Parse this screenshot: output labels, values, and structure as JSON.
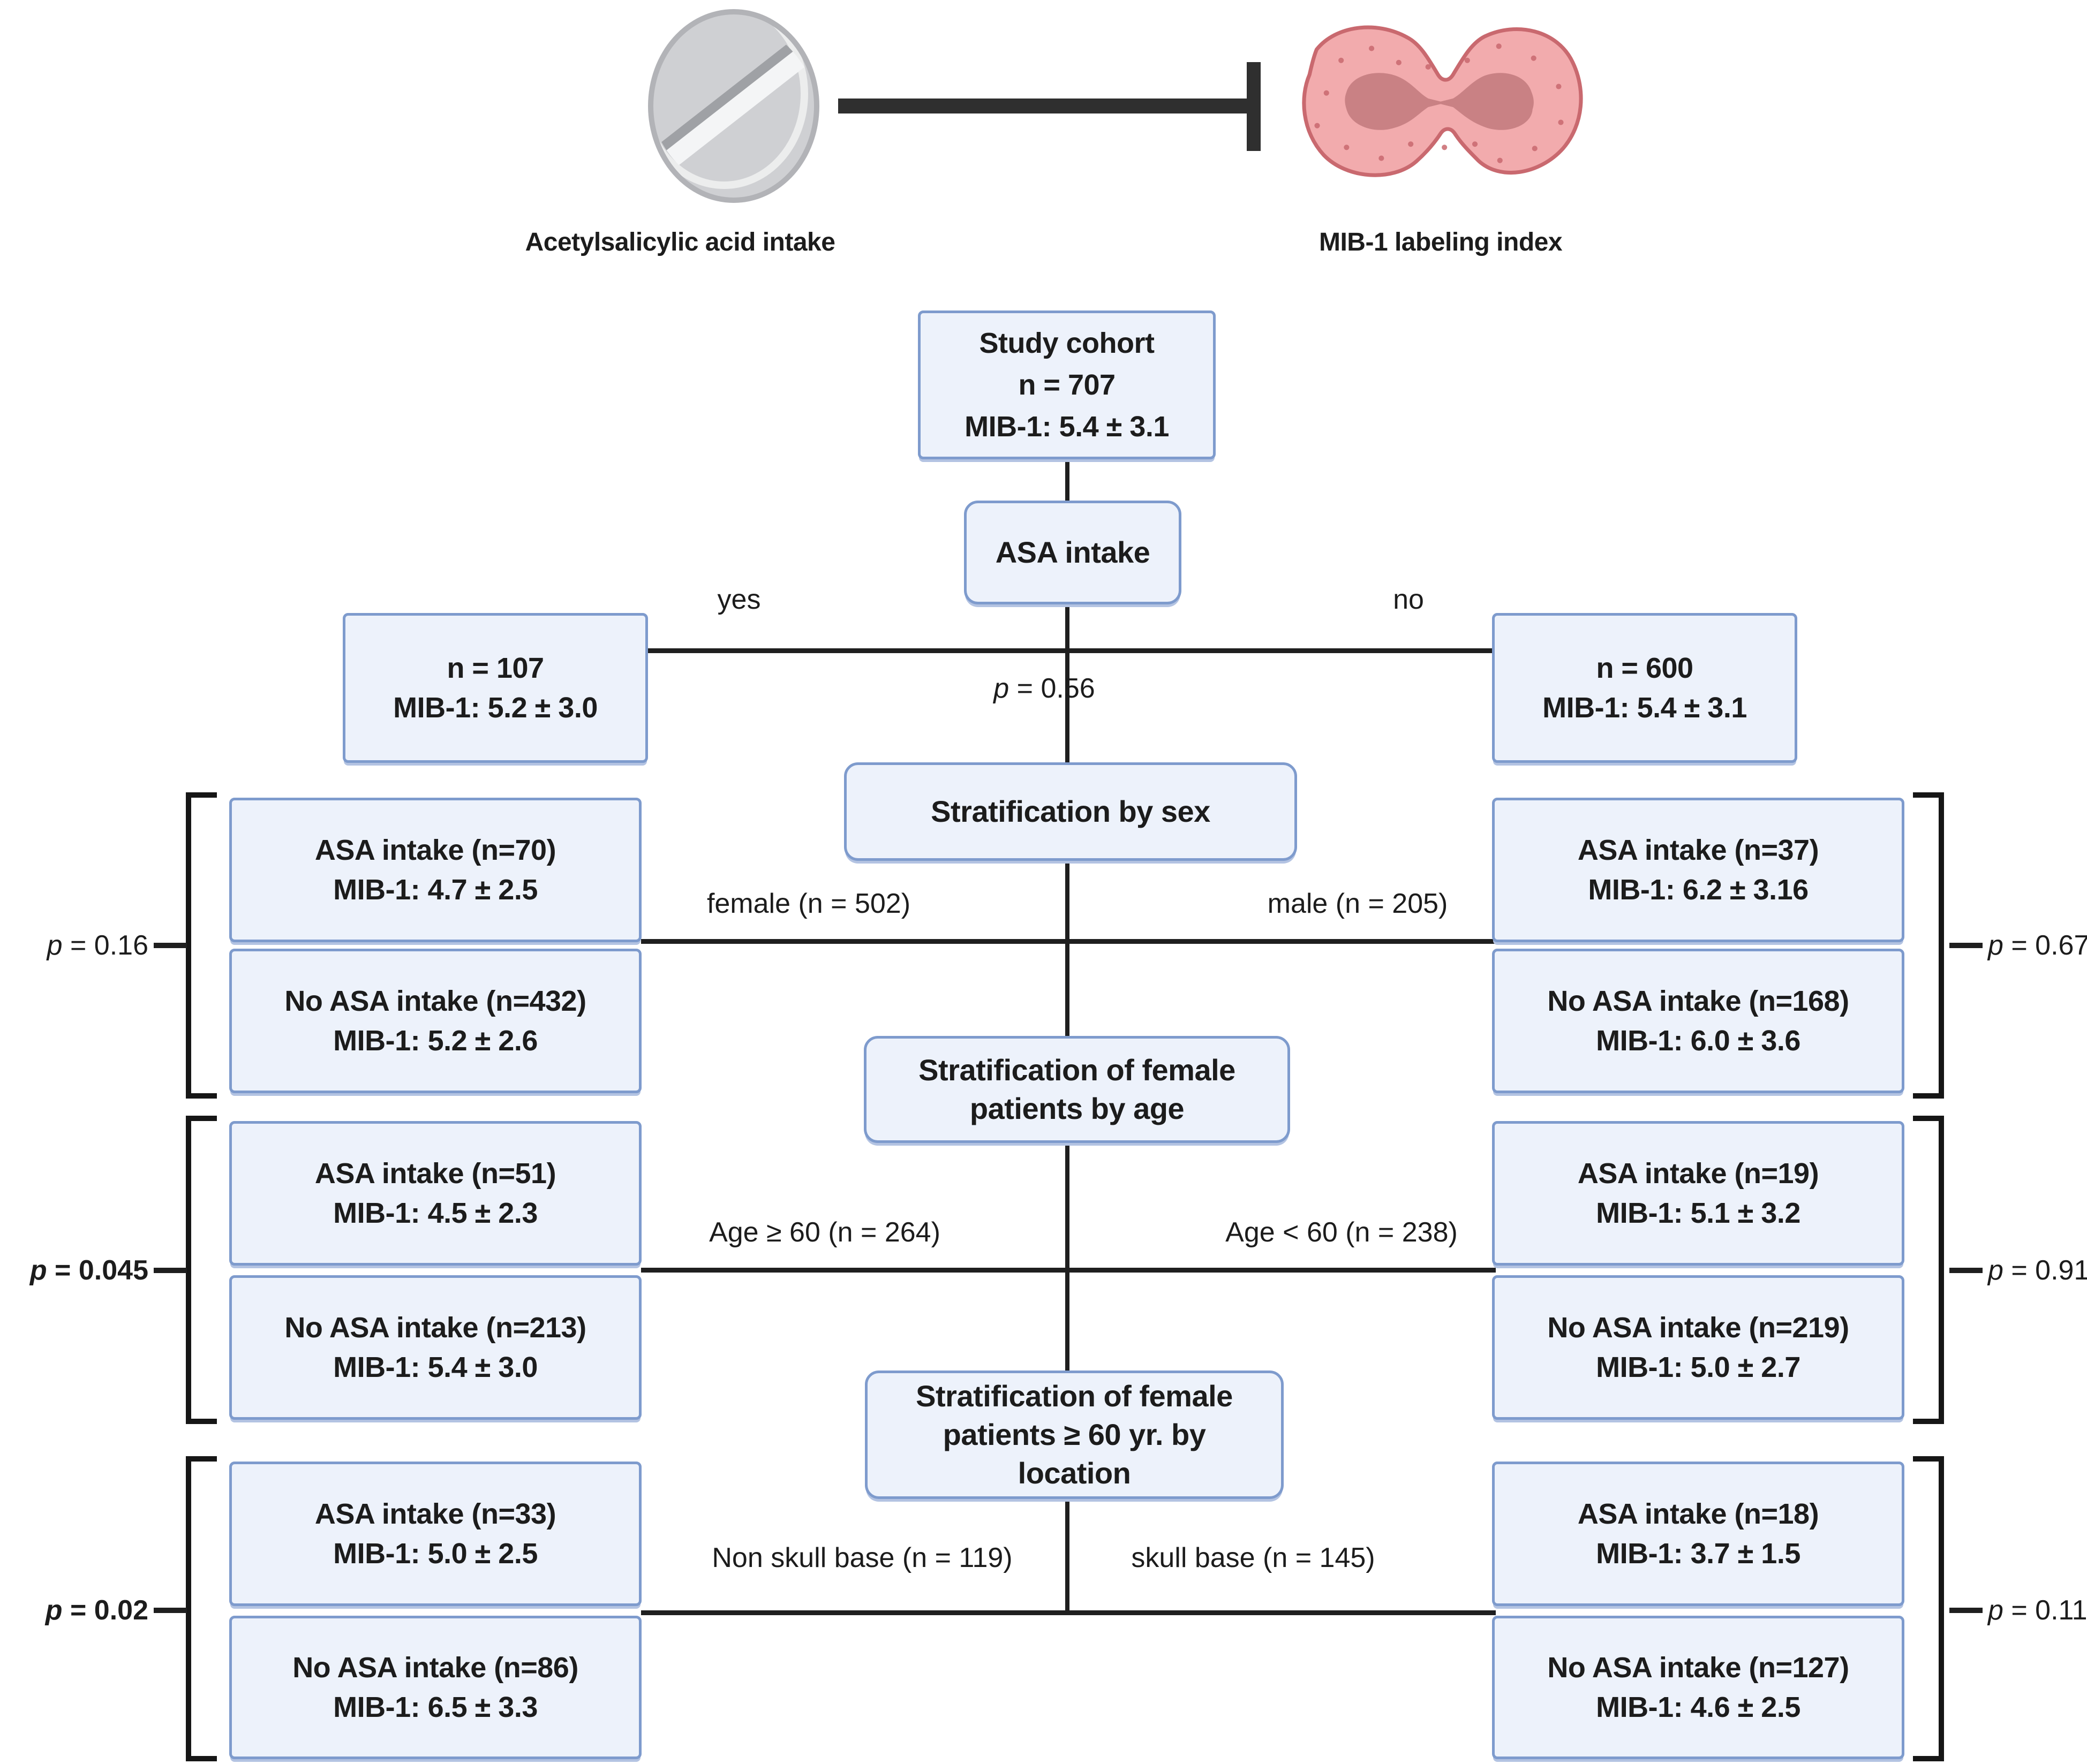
{
  "legend": {
    "pill_label": "Acetylsalicylic acid intake",
    "cell_label": "MIB-1 labeling index"
  },
  "cohort": {
    "box": [
      "Study cohort",
      "n = 707",
      "MIB-1: 5.4 ± 3.1"
    ],
    "decision": "ASA intake",
    "yes": "yes",
    "no": "no",
    "p": "p = 0.56",
    "yes_box": [
      "n = 107",
      "MIB-1: 5.2 ± 3.0"
    ],
    "no_box": [
      "n = 600",
      "MIB-1: 5.4 ± 3.1"
    ]
  },
  "strata": [
    {
      "title_lines": [
        "Stratification by sex"
      ],
      "left_label": "female (n = 502)",
      "right_label": "male (n = 205)",
      "left_top": [
        "ASA intake (n=70)",
        "MIB-1: 4.7 ± 2.5"
      ],
      "left_bottom": [
        "No ASA intake (n=432)",
        "MIB-1: 5.2 ± 2.6"
      ],
      "right_top": [
        "ASA intake (n=37)",
        "MIB-1: 6.2 ± 3.16"
      ],
      "right_bottom": [
        "No ASA intake (n=168)",
        "MIB-1: 6.0 ± 3.6"
      ],
      "left_p": "p = 0.16",
      "right_p": "p = 0.67"
    },
    {
      "title_lines": [
        "Stratification of female",
        "patients by age"
      ],
      "left_label": "Age ≥ 60 (n = 264)",
      "right_label": "Age < 60 (n = 238)",
      "left_top": [
        "ASA intake (n=51)",
        "MIB-1: 4.5 ± 2.3"
      ],
      "left_bottom": [
        "No ASA intake (n=213)",
        "MIB-1: 5.4 ± 3.0"
      ],
      "right_top": [
        "ASA intake (n=19)",
        "MIB-1: 5.1 ± 3.2"
      ],
      "right_bottom": [
        "No ASA intake (n=219)",
        "MIB-1: 5.0 ± 2.7"
      ],
      "left_p": "p = 0.045",
      "right_p": "p = 0.91"
    },
    {
      "title_lines": [
        "Stratification of female",
        "patients ≥ 60 yr. by",
        "location"
      ],
      "left_label": "Non skull base (n = 119)",
      "right_label": "skull base (n = 145)",
      "left_top": [
        "ASA intake (n=33)",
        "MIB-1: 5.0 ± 2.5"
      ],
      "left_bottom": [
        "No ASA intake (n=86)",
        "MIB-1: 6.5 ± 3.3"
      ],
      "right_top": [
        "ASA intake (n=18)",
        "MIB-1: 3.7 ± 1.5"
      ],
      "right_bottom": [
        "No ASA intake (n=127)",
        "MIB-1: 4.6 ± 2.5"
      ],
      "left_p": "p = 0.02",
      "right_p": "p = 0.11"
    }
  ],
  "colors": {
    "box_fill": "#edf2fb",
    "box_border": "#7e9bcd",
    "line": "#1f1f1f",
    "pill_gray": "#cfd0d3",
    "cell_pink": "#f2abad",
    "cell_outline": "#c9696f",
    "nucleus": "#c98184"
  }
}
